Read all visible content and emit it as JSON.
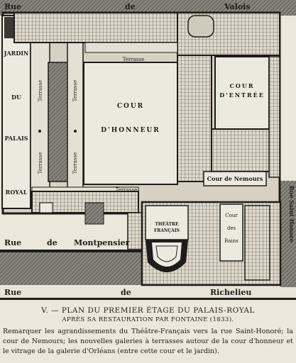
{
  "streets": {
    "top_left": "Rue",
    "top_mid": "de",
    "top_right": "Valois",
    "bottom_left": "Rue",
    "bottom_mid": "de",
    "bottom_right": "Richelieu",
    "montpensier_1": "Rue",
    "montpensier_2": "de",
    "montpensier_3": "Montpensier",
    "honore": "Rue Saint Honore"
  },
  "areas": {
    "jardin": [
      "JARDIN",
      "DU",
      "PALAIS",
      "ROYAL"
    ],
    "terrasse": "Terrasse",
    "cour_honneur_1": "COUR",
    "cour_honneur_2": "D'HONNEUR",
    "cour_entree_1": "COUR",
    "cour_entree_2": "D'ENTRÉE",
    "cour_nemours": "Cour de Nemours",
    "theatre_1": "THÉÂTRE",
    "theatre_2": "FRANÇAIS",
    "cour_bains_1": "Cour",
    "cour_bains_2": "des",
    "cour_bains_3": "Bains"
  },
  "caption": {
    "title": "V. — PLAN DU PREMIER ÉTAGE DU PALAIS-ROYAL",
    "subtitle": "APRÈS SA RESTAURATION PAR FONTAINE (1833).",
    "note": "Remarquer les agrandissements du Théâtre-Français vers la rue Saint-Honoré; la cour de Nemours; les nouvelles galeries à terrasses autour de la cour d'honneur et le vitrage de la galerie d'Orléans (entre cette cour et le jardin)."
  }
}
